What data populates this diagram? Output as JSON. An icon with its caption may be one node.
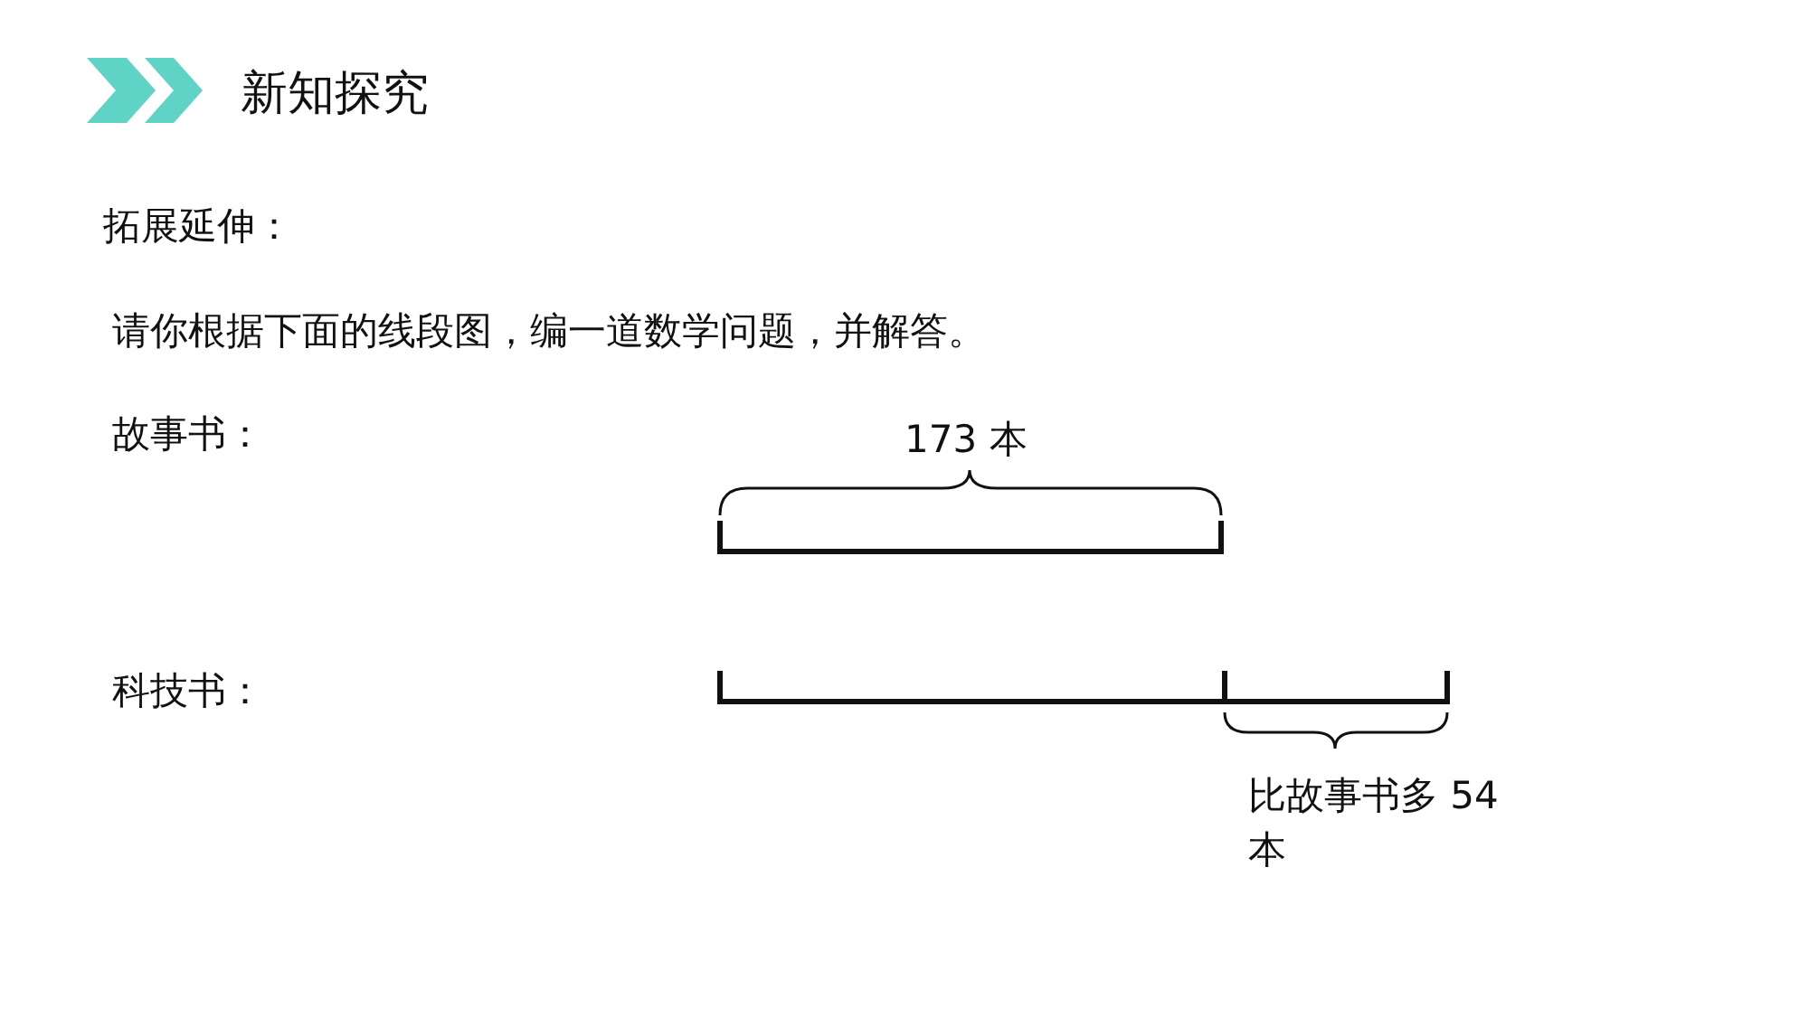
{
  "diagram": {
    "title": "新知探究",
    "labels": [
      "拓展延伸：",
      "请你根据下面的线段图，编一道数学问题，并解答。",
      "故事书：",
      "173 本",
      "科技书：",
      "比故事书多 54 本"
    ]
  }
}
